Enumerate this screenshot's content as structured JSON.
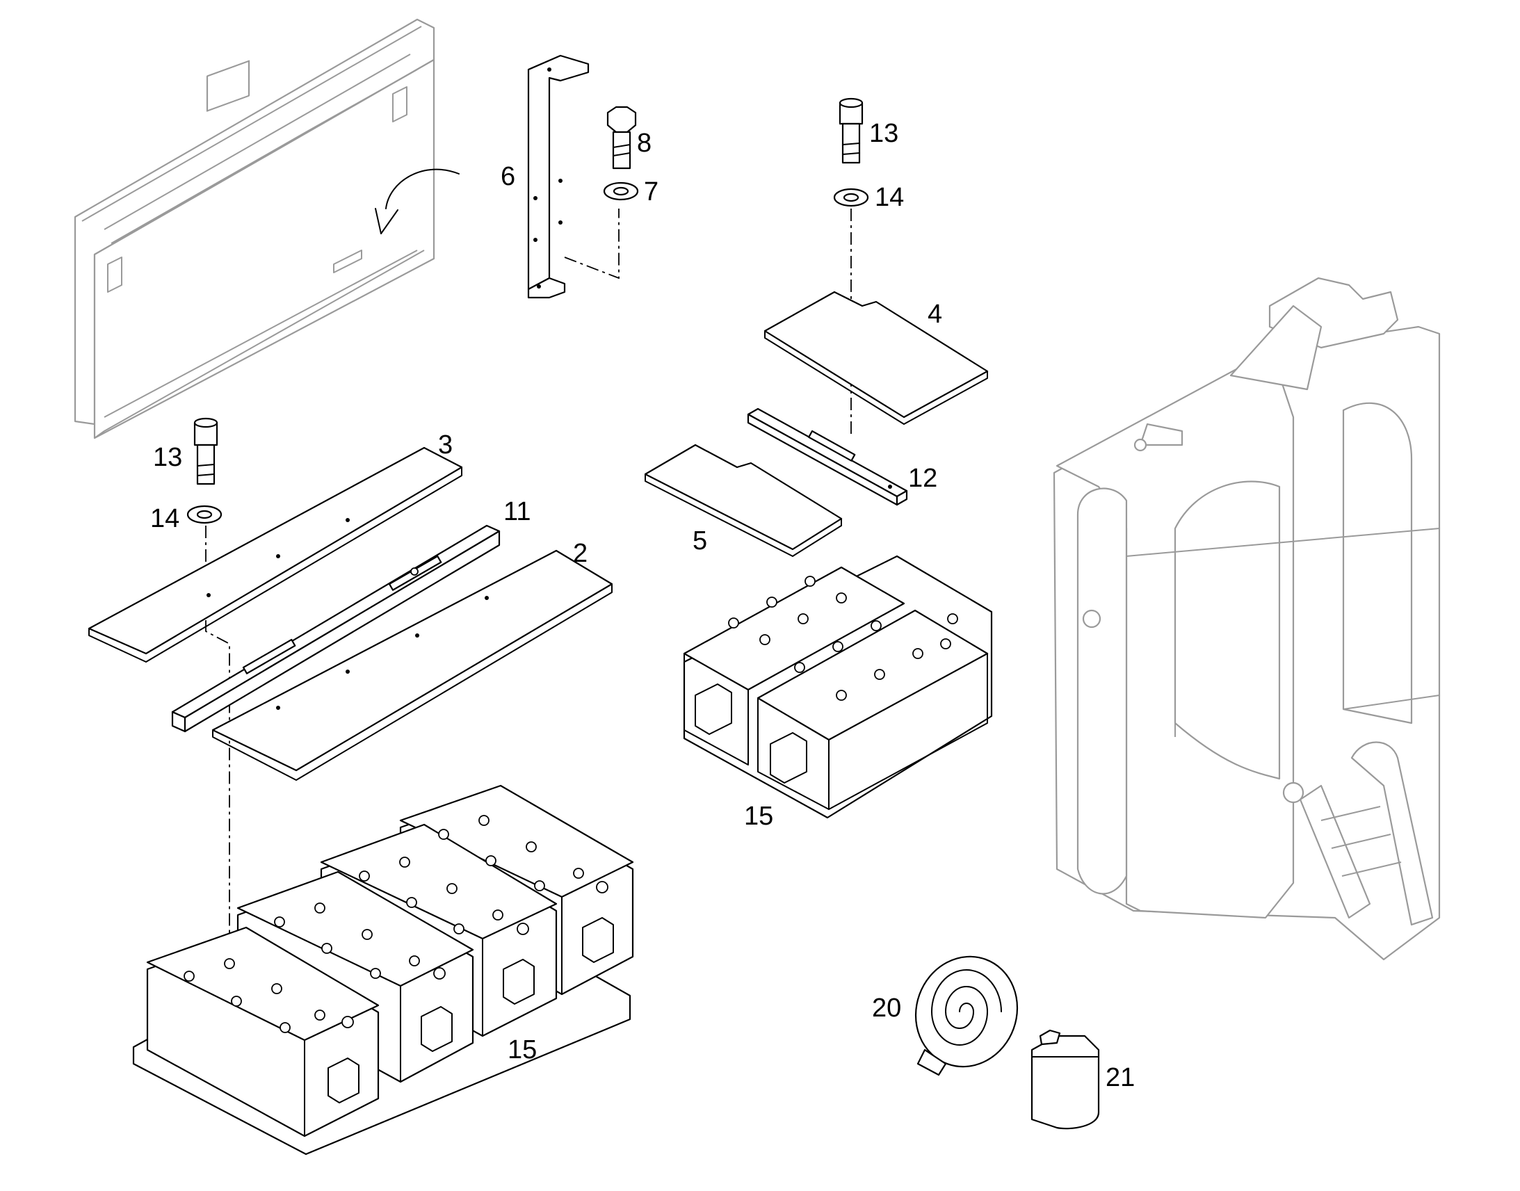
{
  "callouts": {
    "c6": "6",
    "c8": "8",
    "c7": "7",
    "c13_top": "13",
    "c14_top": "14",
    "c4": "4",
    "c12": "12",
    "c5": "5",
    "c15_right": "15",
    "c13_left": "13",
    "c14_left": "14",
    "c3": "3",
    "c11": "11",
    "c2": "2",
    "c15_left": "15",
    "c20": "20",
    "c21": "21"
  },
  "colors": {
    "part_stroke": "#000000",
    "frame_stroke": "#9a9a9a",
    "background": "#ffffff"
  }
}
